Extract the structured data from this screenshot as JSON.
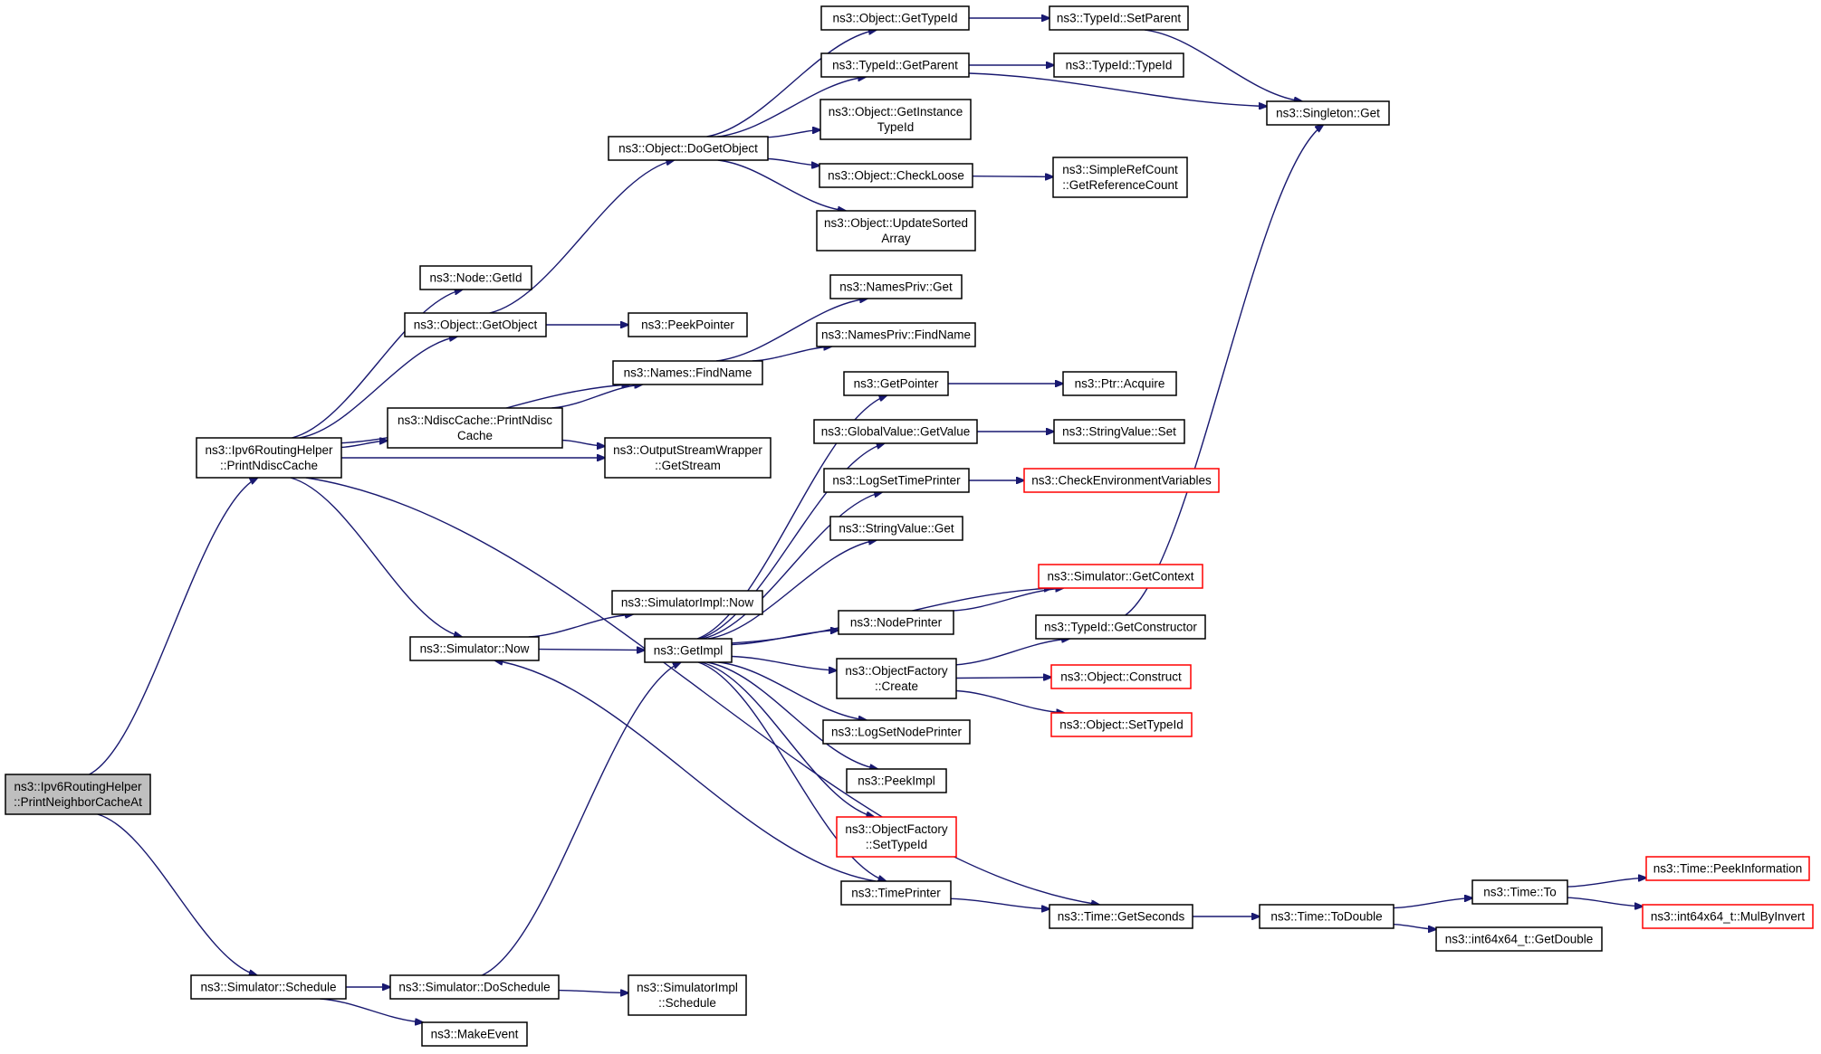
{
  "graph": {
    "edge_color": "#191970",
    "truncated_border_color": "#ff0000",
    "root_fill": "#bfbfbf",
    "nodes": [
      {
        "id": "root",
        "lines": [
          "ns3::Ipv6RoutingHelper",
          "::PrintNeighborCacheAt"
        ],
        "style": "root"
      },
      {
        "id": "printNdisc",
        "lines": [
          "ns3::Ipv6RoutingHelper",
          "::PrintNdiscCache"
        ],
        "style": "normal"
      },
      {
        "id": "simSchedule",
        "lines": [
          "ns3::Simulator::Schedule"
        ],
        "style": "normal"
      },
      {
        "id": "nodeGetId",
        "lines": [
          "ns3::Node::GetId"
        ],
        "style": "normal"
      },
      {
        "id": "objGetObject",
        "lines": [
          "ns3::Object::GetObject"
        ],
        "style": "normal"
      },
      {
        "id": "ndiscPrint",
        "lines": [
          "ns3::NdiscCache::PrintNdisc",
          "Cache"
        ],
        "style": "normal"
      },
      {
        "id": "simNow",
        "lines": [
          "ns3::Simulator::Now"
        ],
        "style": "normal"
      },
      {
        "id": "simDoSchedule",
        "lines": [
          "ns3::Simulator::DoSchedule"
        ],
        "style": "normal"
      },
      {
        "id": "makeEvent",
        "lines": [
          "ns3::MakeEvent"
        ],
        "style": "normal"
      },
      {
        "id": "doGetObject",
        "lines": [
          "ns3::Object::DoGetObject"
        ],
        "style": "normal"
      },
      {
        "id": "peekPointer",
        "lines": [
          "ns3::PeekPointer"
        ],
        "style": "normal"
      },
      {
        "id": "namesFind",
        "lines": [
          "ns3::Names::FindName"
        ],
        "style": "normal"
      },
      {
        "id": "osGetStream",
        "lines": [
          "ns3::OutputStreamWrapper",
          "::GetStream"
        ],
        "style": "normal"
      },
      {
        "id": "simImplNow",
        "lines": [
          "ns3::SimulatorImpl::Now"
        ],
        "style": "normal"
      },
      {
        "id": "getImpl",
        "lines": [
          "ns3::GetImpl"
        ],
        "style": "normal"
      },
      {
        "id": "simImplSched",
        "lines": [
          "ns3::SimulatorImpl",
          "::Schedule"
        ],
        "style": "normal"
      },
      {
        "id": "objGetTypeId",
        "lines": [
          "ns3::Object::GetTypeId"
        ],
        "style": "normal"
      },
      {
        "id": "tidGetParent",
        "lines": [
          "ns3::TypeId::GetParent"
        ],
        "style": "normal"
      },
      {
        "id": "objGetInst",
        "lines": [
          "ns3::Object::GetInstance",
          "TypeId"
        ],
        "style": "normal"
      },
      {
        "id": "objCheckLoose",
        "lines": [
          "ns3::Object::CheckLoose"
        ],
        "style": "normal"
      },
      {
        "id": "objUpdSorted",
        "lines": [
          "ns3::Object::UpdateSorted",
          "Array"
        ],
        "style": "normal"
      },
      {
        "id": "namesPrivGet",
        "lines": [
          "ns3::NamesPriv::Get"
        ],
        "style": "normal"
      },
      {
        "id": "namesPrivFind",
        "lines": [
          "ns3::NamesPriv::FindName"
        ],
        "style": "normal"
      },
      {
        "id": "getPointer",
        "lines": [
          "ns3::GetPointer"
        ],
        "style": "normal"
      },
      {
        "id": "gvGetValue",
        "lines": [
          "ns3::GlobalValue::GetValue"
        ],
        "style": "normal"
      },
      {
        "id": "logSetTime",
        "lines": [
          "ns3::LogSetTimePrinter"
        ],
        "style": "normal"
      },
      {
        "id": "svGet",
        "lines": [
          "ns3::StringValue::Get"
        ],
        "style": "normal"
      },
      {
        "id": "nodePrinter",
        "lines": [
          "ns3::NodePrinter"
        ],
        "style": "normal"
      },
      {
        "id": "ofCreate",
        "lines": [
          "ns3::ObjectFactory",
          "::Create"
        ],
        "style": "normal"
      },
      {
        "id": "logSetNode",
        "lines": [
          "ns3::LogSetNodePrinter"
        ],
        "style": "normal"
      },
      {
        "id": "peekImpl",
        "lines": [
          "ns3::PeekImpl"
        ],
        "style": "normal"
      },
      {
        "id": "ofSetTypeId",
        "lines": [
          "ns3::ObjectFactory",
          "::SetTypeId"
        ],
        "style": "truncated"
      },
      {
        "id": "timePrinter",
        "lines": [
          "ns3::TimePrinter"
        ],
        "style": "normal"
      },
      {
        "id": "tidSetParent",
        "lines": [
          "ns3::TypeId::SetParent"
        ],
        "style": "normal"
      },
      {
        "id": "tidTypeId",
        "lines": [
          "ns3::TypeId::TypeId"
        ],
        "style": "normal"
      },
      {
        "id": "singletonGet",
        "lines": [
          "ns3::Singleton::Get"
        ],
        "style": "normal"
      },
      {
        "id": "srcGetRef",
        "lines": [
          "ns3::SimpleRefCount",
          "::GetReferenceCount"
        ],
        "style": "normal"
      },
      {
        "id": "ptrAcquire",
        "lines": [
          "ns3::Ptr::Acquire"
        ],
        "style": "normal"
      },
      {
        "id": "svSet",
        "lines": [
          "ns3::StringValue::Set"
        ],
        "style": "normal"
      },
      {
        "id": "checkEnv",
        "lines": [
          "ns3::CheckEnvironmentVariables"
        ],
        "style": "truncated"
      },
      {
        "id": "simGetContext",
        "lines": [
          "ns3::Simulator::GetContext"
        ],
        "style": "truncated"
      },
      {
        "id": "tidGetCtor",
        "lines": [
          "ns3::TypeId::GetConstructor"
        ],
        "style": "normal"
      },
      {
        "id": "objConstruct",
        "lines": [
          "ns3::Object::Construct"
        ],
        "style": "truncated"
      },
      {
        "id": "objSetTypeId",
        "lines": [
          "ns3::Object::SetTypeId"
        ],
        "style": "truncated"
      },
      {
        "id": "timeGetSeconds",
        "lines": [
          "ns3::Time::GetSeconds"
        ],
        "style": "normal"
      },
      {
        "id": "timeToDouble",
        "lines": [
          "ns3::Time::ToDouble"
        ],
        "style": "normal"
      },
      {
        "id": "timeTo",
        "lines": [
          "ns3::Time::To"
        ],
        "style": "normal"
      },
      {
        "id": "i64GetDouble",
        "lines": [
          "ns3::int64x64_t::GetDouble"
        ],
        "style": "normal"
      },
      {
        "id": "timePeekInfo",
        "lines": [
          "ns3::Time::PeekInformation"
        ],
        "style": "truncated"
      },
      {
        "id": "i64MulByInv",
        "lines": [
          "ns3::int64x64_t::MulByInvert"
        ],
        "style": "truncated"
      }
    ],
    "edges": [
      [
        "root",
        "printNdisc"
      ],
      [
        "root",
        "simSchedule"
      ],
      [
        "printNdisc",
        "nodeGetId"
      ],
      [
        "printNdisc",
        "objGetObject"
      ],
      [
        "printNdisc",
        "namesFind"
      ],
      [
        "printNdisc",
        "ndiscPrint"
      ],
      [
        "printNdisc",
        "osGetStream"
      ],
      [
        "printNdisc",
        "simNow"
      ],
      [
        "printNdisc",
        "timeGetSeconds"
      ],
      [
        "objGetObject",
        "doGetObject"
      ],
      [
        "objGetObject",
        "peekPointer"
      ],
      [
        "doGetObject",
        "objGetTypeId"
      ],
      [
        "doGetObject",
        "tidGetParent"
      ],
      [
        "doGetObject",
        "objGetInst"
      ],
      [
        "doGetObject",
        "objCheckLoose"
      ],
      [
        "doGetObject",
        "objUpdSorted"
      ],
      [
        "objGetTypeId",
        "tidSetParent"
      ],
      [
        "tidSetParent",
        "singletonGet"
      ],
      [
        "tidGetParent",
        "tidTypeId"
      ],
      [
        "tidGetParent",
        "singletonGet"
      ],
      [
        "objCheckLoose",
        "srcGetRef"
      ],
      [
        "namesFind",
        "namesPrivGet"
      ],
      [
        "namesFind",
        "namesPrivFind"
      ],
      [
        "ndiscPrint",
        "namesFind"
      ],
      [
        "ndiscPrint",
        "osGetStream"
      ],
      [
        "simNow",
        "simImplNow"
      ],
      [
        "simNow",
        "getImpl"
      ],
      [
        "simSchedule",
        "simDoSchedule"
      ],
      [
        "simSchedule",
        "makeEvent"
      ],
      [
        "simDoSchedule",
        "getImpl"
      ],
      [
        "simDoSchedule",
        "simImplSched"
      ],
      [
        "getImpl",
        "getPointer"
      ],
      [
        "getImpl",
        "gvGetValue"
      ],
      [
        "getImpl",
        "logSetTime"
      ],
      [
        "getImpl",
        "svGet"
      ],
      [
        "getImpl",
        "simGetContext"
      ],
      [
        "getImpl",
        "nodePrinter"
      ],
      [
        "getImpl",
        "ofCreate"
      ],
      [
        "getImpl",
        "logSetNode"
      ],
      [
        "getImpl",
        "peekImpl"
      ],
      [
        "getImpl",
        "ofSetTypeId"
      ],
      [
        "getImpl",
        "timePrinter"
      ],
      [
        "getPointer",
        "ptrAcquire"
      ],
      [
        "gvGetValue",
        "svSet"
      ],
      [
        "logSetTime",
        "checkEnv"
      ],
      [
        "nodePrinter",
        "simGetContext"
      ],
      [
        "ofCreate",
        "tidGetCtor"
      ],
      [
        "ofCreate",
        "objConstruct"
      ],
      [
        "ofCreate",
        "objSetTypeId"
      ],
      [
        "tidGetCtor",
        "singletonGet"
      ],
      [
        "timePrinter",
        "simNow"
      ],
      [
        "timePrinter",
        "timeGetSeconds"
      ],
      [
        "timeGetSeconds",
        "timeToDouble"
      ],
      [
        "timeToDouble",
        "timeTo"
      ],
      [
        "timeToDouble",
        "i64GetDouble"
      ],
      [
        "timeTo",
        "timePeekInfo"
      ],
      [
        "timeTo",
        "i64MulByInv"
      ]
    ]
  }
}
